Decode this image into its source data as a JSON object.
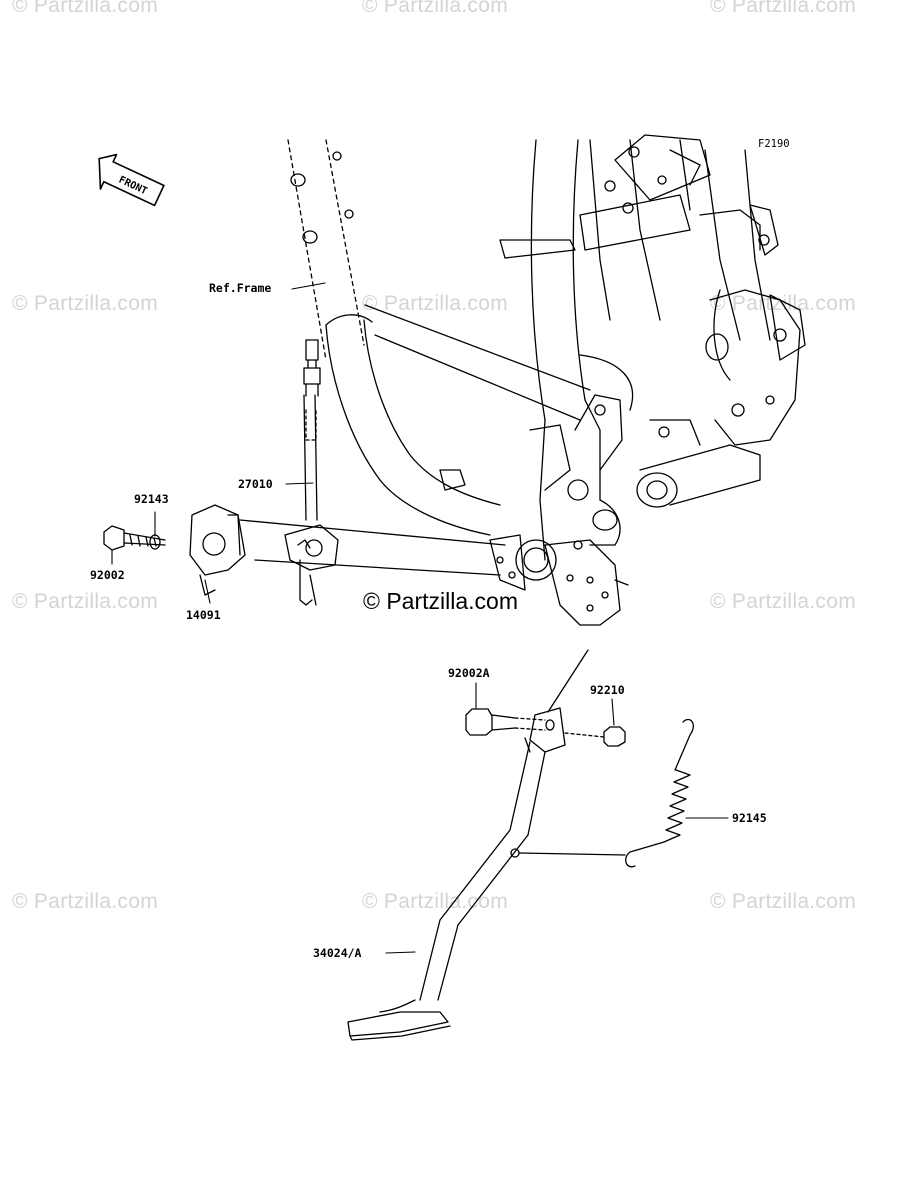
{
  "figure_id": "F2190",
  "watermark_text": "© Partzilla.com",
  "center_watermark_text": "© Partzilla.com",
  "front_marker": {
    "label": "FRONT",
    "icon": "front-arrow-icon"
  },
  "callouts": {
    "ref_frame": "Ref.Frame",
    "p27010": "27010",
    "p92143": "92143",
    "p92002": "92002",
    "p14091": "14091",
    "p92002A": "92002A",
    "p92210": "92210",
    "p92145": "92145",
    "p34024A": "34024/A"
  },
  "colors": {
    "line": "#000000",
    "watermark": "#d4d4d4",
    "background": "#ffffff"
  }
}
